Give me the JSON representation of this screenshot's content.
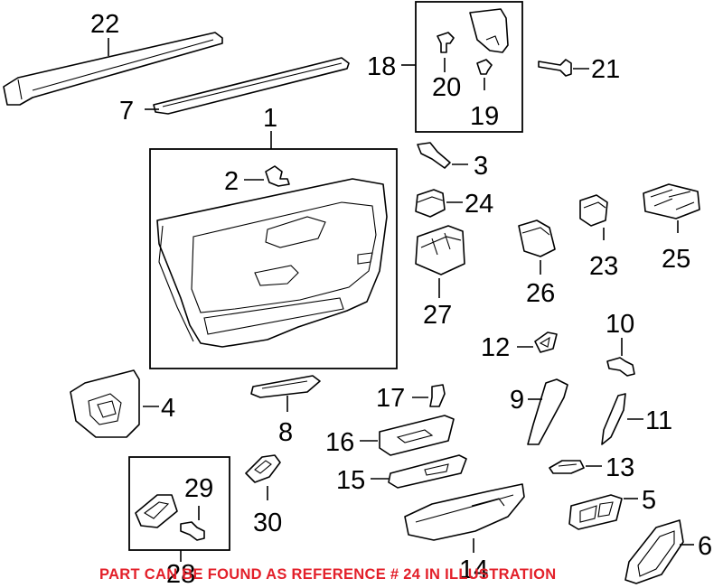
{
  "callouts": {
    "c1": "1",
    "c2": "2",
    "c3": "3",
    "c4": "4",
    "c5": "5",
    "c6": "6",
    "c7": "7",
    "c8": "8",
    "c9": "9",
    "c10": "10",
    "c11": "11",
    "c12": "12",
    "c13": "13",
    "c14": "14",
    "c15": "15",
    "c16": "16",
    "c17": "17",
    "c18": "18",
    "c19": "19",
    "c20": "20",
    "c21": "21",
    "c22": "22",
    "c23": "23",
    "c24": "24",
    "c25": "25",
    "c26": "26",
    "c27": "27",
    "c28": "28",
    "c29": "29",
    "c30": "30"
  },
  "note": "PART CAN BE FOUND AS REFERENCE # 24 IN ILLUSTRATION",
  "colors": {
    "note": "#e3202a",
    "line": "#000000",
    "background": "#ffffff"
  }
}
